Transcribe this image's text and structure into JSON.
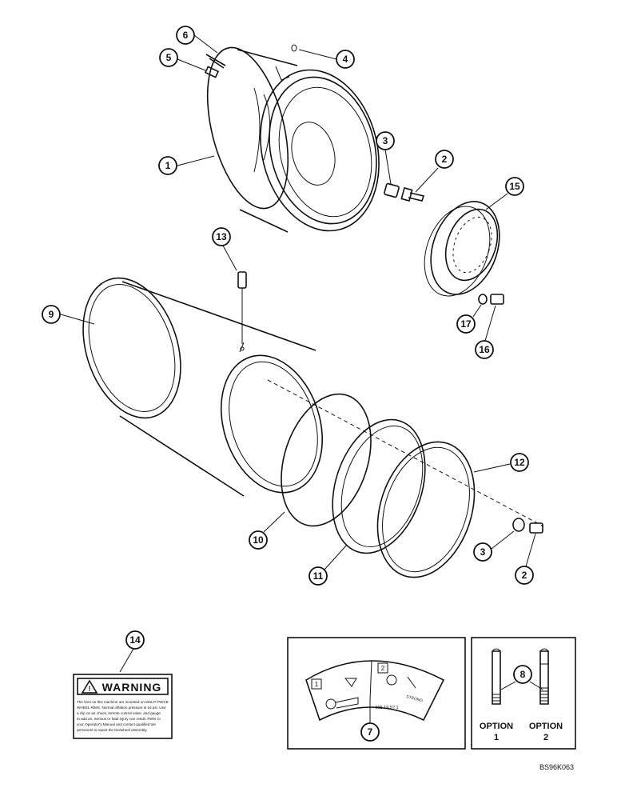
{
  "callouts": {
    "c1": "1",
    "c2": "2",
    "c2b": "2",
    "c3": "3",
    "c3b": "3",
    "c4": "4",
    "c5": "5",
    "c6": "6",
    "c7": "7",
    "c8": "8",
    "c9": "9",
    "c10": "10",
    "c11": "11",
    "c12": "12",
    "c13": "13",
    "c14": "14",
    "c15": "15",
    "c16": "16",
    "c17": "17"
  },
  "warning_decal": {
    "heading": "WARNING",
    "lines": [
      "The tires on this machine are mounted on MULTI-PIECE",
      "WHEEL RIMS. Normal inflation pressure is 15 psi. Use",
      "a clip on air chuck, remote control valve, and gauge",
      "to add air. Serious or fatal injury can result. Refer to",
      "your Operator's Manual and contact qualified tire",
      "personnel to repair the tire/wheel assembly."
    ]
  },
  "decal_panel": {
    "num1": "1",
    "num2": "2",
    "bottom_text": "215 19.5? 1",
    "side_text": "STRONG"
  },
  "options": {
    "option1_label": "OPTION",
    "option1_num": "1",
    "option2_label": "OPTION",
    "option2_num": "2"
  },
  "figure_code": "BS96K063"
}
